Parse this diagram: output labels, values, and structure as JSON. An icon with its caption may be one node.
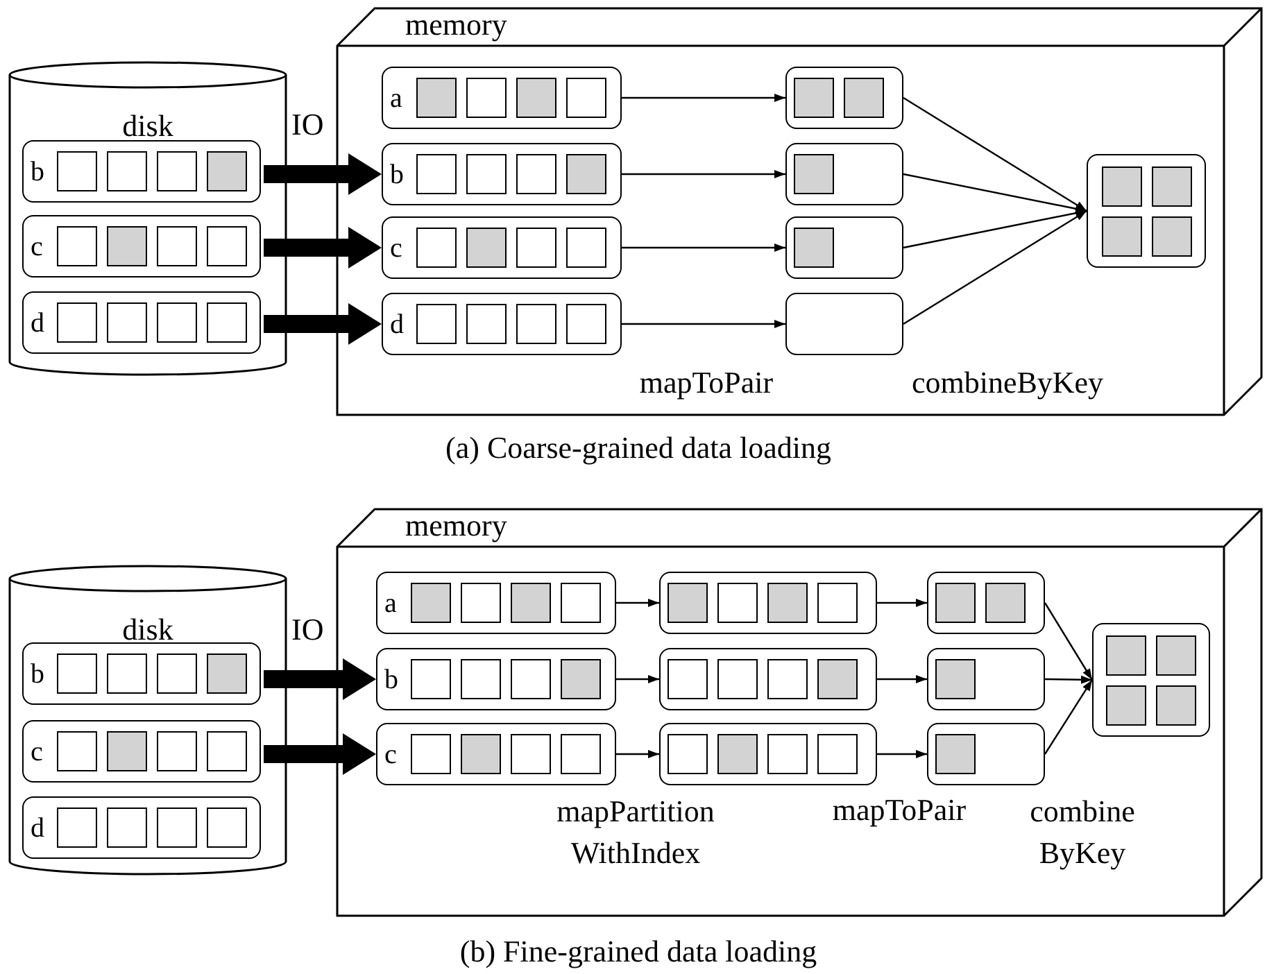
{
  "diagram": {
    "nodes": [
      {
        "text": [
          "disk"
        ]
      },
      {
        "text": [
          "b"
        ],
        "in": 0
      },
      {
        "text": [
          "c"
        ],
        "in": 0
      },
      {
        "text": [
          "d"
        ],
        "in": 0
      },
      {
        "text": [
          "memory"
        ]
      },
      {
        "text": [
          "a"
        ],
        "in": 4
      },
      {
        "text": [
          "b"
        ],
        "in": 4
      },
      {
        "text": [
          "c"
        ],
        "in": 4
      },
      {
        "text": [
          "d"
        ],
        "in": 4
      },
      {
        "text": [],
        "shape": "box",
        "in": 4
      },
      {
        "text": [],
        "shape": "box",
        "in": 4
      },
      {
        "text": [],
        "shape": "box",
        "in": 4
      },
      {
        "text": [],
        "shape": "box",
        "in": 4
      },
      {
        "text": [],
        "shape": "box",
        "in": 4
      },
      {
        "text": [
          "disk"
        ]
      },
      {
        "text": [
          "b"
        ],
        "in": 14
      },
      {
        "text": [
          "c"
        ],
        "in": 14
      },
      {
        "text": [
          "d"
        ],
        "in": 14
      },
      {
        "text": [
          "memory"
        ]
      },
      {
        "text": [
          "a"
        ],
        "in": 18
      },
      {
        "text": [
          "b"
        ],
        "in": 18
      },
      {
        "text": [
          "c"
        ],
        "in": 18
      },
      {
        "text": [],
        "shape": "box",
        "in": 18
      },
      {
        "text": [],
        "shape": "box",
        "in": 18
      },
      {
        "text": [],
        "shape": "box",
        "in": 18
      },
      {
        "text": [],
        "shape": "box",
        "in": 18
      },
      {
        "text": [],
        "shape": "box",
        "in": 18
      },
      {
        "text": [],
        "shape": "box",
        "in": 18
      },
      {
        "text": [],
        "shape": "box",
        "in": 18
      }
    ],
    "edges": [
      {
        "from": 1,
        "to": 6,
        "arrow": "to",
        "style": "thick"
      },
      {
        "from": 2,
        "to": 7,
        "arrow": "to",
        "style": "thick"
      },
      {
        "from": 3,
        "to": 8,
        "arrow": "to",
        "style": "thick"
      },
      {
        "from": 5,
        "to": 9,
        "arrow": "to"
      },
      {
        "from": 6,
        "to": 10,
        "arrow": "to"
      },
      {
        "from": 7,
        "to": 11,
        "arrow": "to"
      },
      {
        "from": 8,
        "to": 12,
        "arrow": "to"
      },
      {
        "from": 9,
        "to": 13,
        "arrow": "to"
      },
      {
        "from": 10,
        "to": 13,
        "arrow": "to"
      },
      {
        "from": 11,
        "to": 13,
        "arrow": "to"
      },
      {
        "from": 12,
        "to": 13,
        "arrow": "to"
      },
      {
        "from": 15,
        "to": 20,
        "arrow": "to",
        "style": "thick"
      },
      {
        "from": 16,
        "to": 21,
        "arrow": "to",
        "style": "thick"
      },
      {
        "from": 19,
        "to": 22,
        "arrow": "to"
      },
      {
        "from": 20,
        "to": 23,
        "arrow": "to"
      },
      {
        "from": 21,
        "to": 24,
        "arrow": "to"
      },
      {
        "from": 22,
        "to": 25,
        "arrow": "to"
      },
      {
        "from": 23,
        "to": 26,
        "arrow": "to"
      },
      {
        "from": 24,
        "to": 27,
        "arrow": "to"
      },
      {
        "from": 25,
        "to": 28,
        "arrow": "to"
      },
      {
        "from": 26,
        "to": 28,
        "arrow": "to"
      },
      {
        "from": 27,
        "to": 28,
        "arrow": "to"
      }
    ],
    "labels": [
      "IO",
      "mapToPair",
      "combineByKey",
      "(a) Coarse-grained data loading",
      "IO",
      "mapPartition WithIndex",
      "mapToPair",
      "combine ByKey",
      "(b) Fine-grained data loading"
    ]
  }
}
